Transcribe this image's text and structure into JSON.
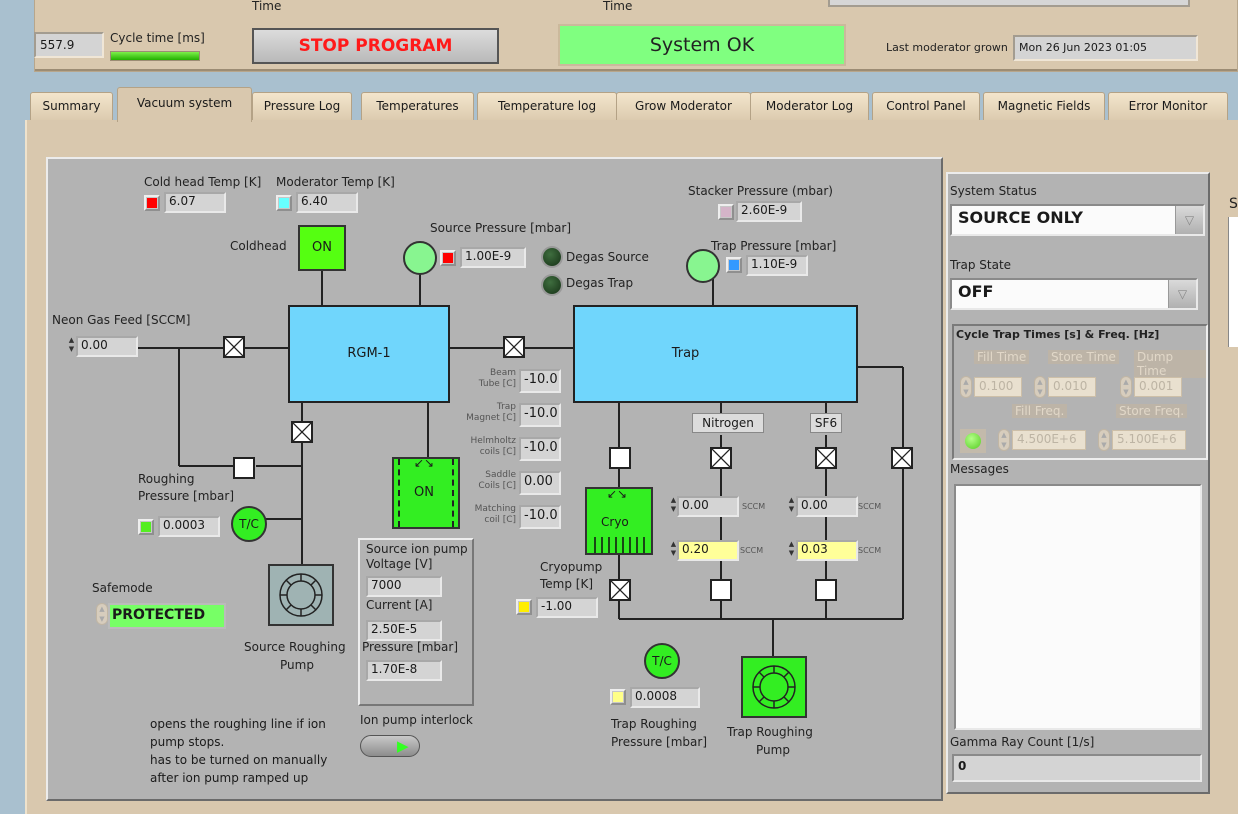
{
  "header": {
    "time_label_1": "Time",
    "time_label_2": "Time",
    "cycle_time_value": "557.9",
    "cycle_time_label": "Cycle time [ms]",
    "cycle_time_progress_percent": 100,
    "stop_button_label": "STOP PROGRAM",
    "system_status_text": "System OK",
    "last_moderator_label": "Last moderator grown",
    "last_moderator_value": "Mon 26 Jun 2023 01:05"
  },
  "tabs": [
    {
      "label": "Summary",
      "active": false
    },
    {
      "label": "Vacuum system",
      "active": true
    },
    {
      "label": "Pressure Log",
      "active": false
    },
    {
      "label": "Temperatures",
      "active": false
    },
    {
      "label": "Temperature log",
      "active": false
    },
    {
      "label": "Grow Moderator",
      "active": false
    },
    {
      "label": "Moderator Log",
      "active": false
    },
    {
      "label": "Control Panel",
      "active": false
    },
    {
      "label": "Magnetic Fields",
      "active": false
    },
    {
      "label": "Error Monitor",
      "active": false
    }
  ],
  "diagram": {
    "coldhead_temp": {
      "label": "Cold head Temp [K]",
      "value": "6.07",
      "color": "#ff0000"
    },
    "moderator_temp": {
      "label": "Moderator Temp [K]",
      "value": "6.40",
      "color": "#66ffff"
    },
    "coldhead": {
      "label": "Coldhead",
      "state": "ON"
    },
    "source_pressure": {
      "label": "Source Pressure [mbar]",
      "value": "1.00E-9",
      "color": "#ff0000"
    },
    "degas_source": "Degas Source",
    "degas_trap": "Degas Trap",
    "stacker_pressure": {
      "label": "Stacker Pressure (mbar)",
      "value": "2.60E-9",
      "color": "#d4b4c8"
    },
    "trap_pressure": {
      "label": "Trap Pressure [mbar]",
      "value": "1.10E-9",
      "color": "#3399ff"
    },
    "neon_feed": {
      "label": "Neon Gas Feed [SCCM]",
      "value": "0.00"
    },
    "rgm_label": "RGM-1",
    "trap_label": "Trap",
    "temps": [
      {
        "label_1": "Beam",
        "label_2": "Tube [C]",
        "value": "-10.0"
      },
      {
        "label_1": "Trap",
        "label_2": "Magnet [C]",
        "value": "-10.0"
      },
      {
        "label_1": "Helmholtz",
        "label_2": "coils [C]",
        "value": "-10.0"
      },
      {
        "label_1": "Saddle",
        "label_2": "Coils [C]",
        "value": "0.00"
      },
      {
        "label_1": "Matching",
        "label_2": "coil [C]",
        "value": "-10.0"
      }
    ],
    "nitrogen_button": "Nitrogen",
    "sf6_button": "SF6",
    "nitrogen_flow_actual": "0.00",
    "nitrogen_flow_set": "0.20",
    "sf6_flow_actual": "0.00",
    "sf6_flow_set": "0.03",
    "sccm_unit": "SCCM",
    "cryo_label": "Cryo",
    "ion_pump_state": "ON",
    "roughing_pressure": {
      "label_1": "Roughing",
      "label_2": "Pressure [mbar]",
      "value": "0.0003",
      "color": "#55ee22"
    },
    "tc_label": "T/C",
    "safemode": {
      "label": "Safemode",
      "value": "PROTECTED"
    },
    "source_roughing_pump": {
      "label_1": "Source Roughing",
      "label_2": "Pump"
    },
    "ion_pump_box": {
      "title_1": "Source ion pump",
      "voltage_label": "Voltage [V]",
      "voltage_value": "7000",
      "current_label": "Current [A]",
      "current_value": "2.50E-5",
      "pressure_label": "Pressure [mbar]",
      "pressure_value": "1.70E-8"
    },
    "cryopump_temp": {
      "label_1": "Cryopump",
      "label_2": "Temp [K]",
      "value": "-1.00",
      "color": "#ffee00"
    },
    "trap_roughing_pressure": {
      "label_1": "Trap Roughing",
      "label_2": "Pressure [mbar]",
      "value": "0.0008",
      "color": "#ffff88"
    },
    "trap_roughing_pump": {
      "label_1": "Trap Roughing",
      "label_2": "Pump"
    },
    "interlock_note": [
      "opens the roughing line if ion",
      "pump stops.",
      "has to be turned on manually",
      "after ion pump ramped up"
    ],
    "ion_pump_interlock_label": "Ion pump interlock"
  },
  "right_panel": {
    "system_status_label": "System Status",
    "system_status_value": "SOURCE ONLY",
    "trap_state_label": "Trap State",
    "trap_state_value": "OFF",
    "cycle_title": "Cycle Trap Times [s] & Freq. [Hz]",
    "fill_time_label": "Fill Time",
    "fill_time_value": "0.100",
    "store_time_label": "Store Time",
    "store_time_value": "0.010",
    "dump_time_label": "Dump Time",
    "dump_time_value": "0.001",
    "fill_freq_label": "Fill Freq.",
    "fill_freq_value": "4.500E+6",
    "store_freq_label": "Store Freq.",
    "store_freq_value": "5.100E+6",
    "messages_label": "Messages",
    "gamma_label": "Gamma Ray Count [1/s]",
    "gamma_value": "0"
  },
  "far_right": {
    "clipped_label": "S"
  }
}
